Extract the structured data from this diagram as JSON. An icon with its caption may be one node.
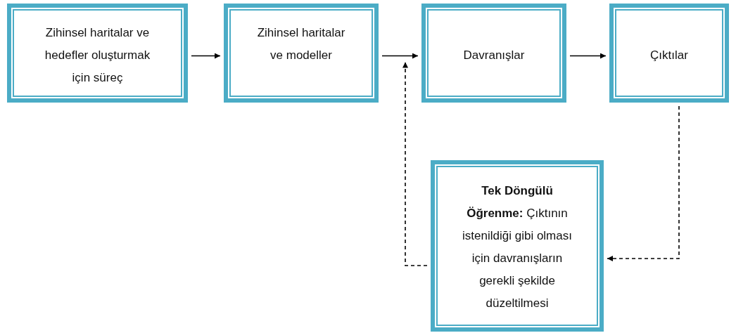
{
  "diagram": {
    "nodes": [
      {
        "text": [
          "Zihinsel haritalar ve hedefler oluşturmak için süreç"
        ]
      },
      {
        "text": [
          "Zihinsel haritalar ve modeller"
        ]
      },
      {
        "text": [
          "Davranışlar"
        ]
      },
      {
        "text": [
          "Çıktılar"
        ]
      },
      {
        "text": [
          "**Tek Döngülü Öğrenme:** Çıktının istenildiği gibi olması için davranışların gerekli şekilde düzeltilmesi"
        ]
      }
    ],
    "edges": [
      {
        "from": 0,
        "to": 1,
        "arrow": "to"
      },
      {
        "from": 1,
        "to": 2,
        "arrow": "to"
      },
      {
        "from": 2,
        "to": 3,
        "arrow": "to"
      },
      {
        "from": 3,
        "to": 4,
        "arrow": "to",
        "style": "dashed"
      },
      {
        "from": 4,
        "to": 2,
        "arrow": "to",
        "style": "dashed"
      }
    ]
  }
}
